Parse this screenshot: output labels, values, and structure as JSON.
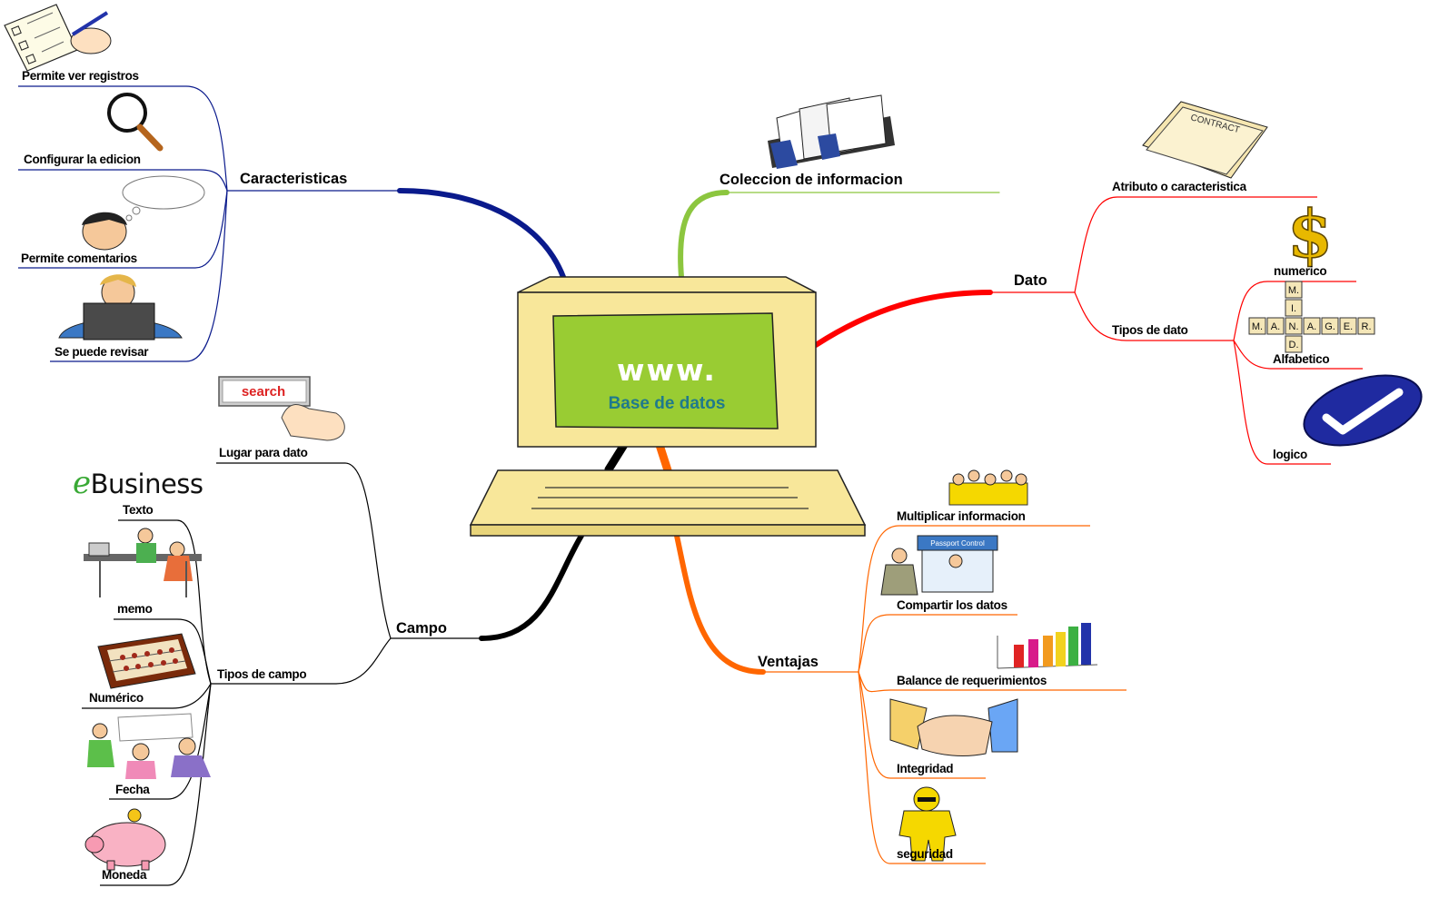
{
  "center": {
    "www": "www.",
    "subtitle": "Base de datos"
  },
  "branches": {
    "caracteristicas": {
      "label": "Caracteristicas",
      "color": "#0a1a8c",
      "items": [
        "Permite ver registros",
        "Configurar la edicion",
        "Permite comentarios",
        "Se puede revisar"
      ]
    },
    "coleccion": {
      "label": "Coleccion de informacion",
      "color": "#8cc63f"
    },
    "dato": {
      "label": "Dato",
      "color": "#ff0000",
      "items": [
        "Atributo o caracteristica",
        "Tipos de dato"
      ],
      "tipos": [
        "numerico",
        "Alfabetico",
        "logico"
      ]
    },
    "campo": {
      "label": "Campo",
      "color": "#000000",
      "items": [
        "Lugar para dato",
        "Tipos de campo"
      ],
      "tipos": [
        "Texto",
        "memo",
        "Numérico",
        "Fecha",
        "Moneda"
      ]
    },
    "ventajas": {
      "label": "Ventajas",
      "color": "#ff6600",
      "items": [
        "Multiplicar informacion",
        "Compartir los datos",
        "Balance de requerimientos",
        "Integridad",
        "seguridad"
      ]
    }
  },
  "images": {
    "search_button": "search",
    "ebusiness": {
      "e": "e",
      "word": "Business"
    },
    "contract": "CONTRACT",
    "passport": "Passport Control",
    "manager_across": [
      "M",
      "A",
      "N",
      "A",
      "G",
      "E",
      "R"
    ],
    "manager_down": [
      "M",
      "I",
      "N",
      "D"
    ],
    "dollar": "$"
  }
}
